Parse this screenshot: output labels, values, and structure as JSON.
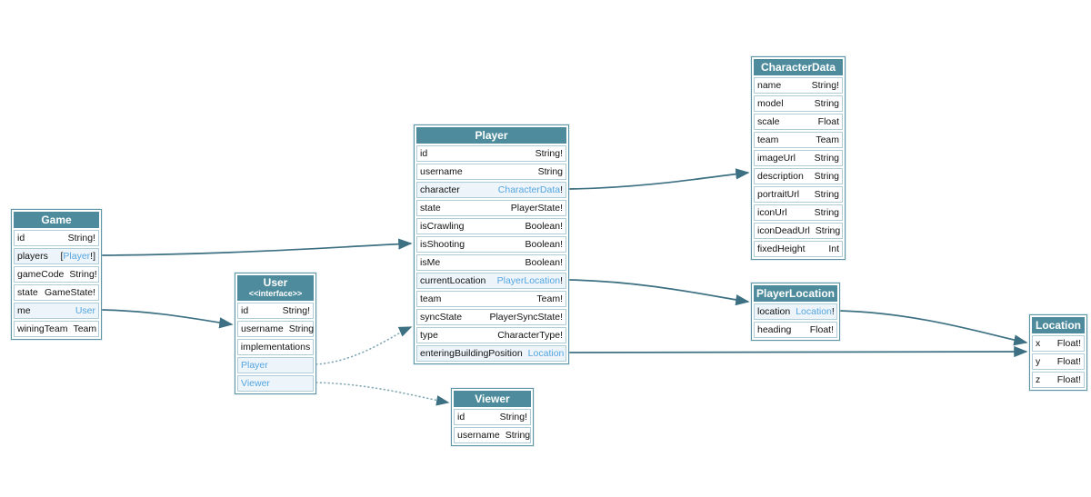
{
  "diagram": {
    "title": "GraphQL schema diagram",
    "colors": {
      "background": "#ffffff",
      "header_bg": "#4e8c9d",
      "header_text": "#ffffff",
      "outer_border": "#5d95a5",
      "cell_border": "#aecdd6",
      "row_bg": "#ffffff",
      "row_highlight_bg": "#edf5fa",
      "text": "#111111",
      "link": "#55a5e0",
      "edge": "#3c7082",
      "edge_dotted": "#7fa6b2"
    }
  },
  "tables": [
    {
      "name": "Game",
      "title": "Game",
      "rows": [
        {
          "field": "id",
          "type": "String!"
        },
        {
          "field": "players",
          "type_prefix": "[",
          "type_link": "Player",
          "type_suffix": "!]",
          "highlight": true
        },
        {
          "field": "gameCode",
          "type": "String!"
        },
        {
          "field": "state",
          "type": "GameState!"
        },
        {
          "field": "me",
          "type_link": "User",
          "highlight": true
        },
        {
          "field": "winingTeam",
          "type": "Team"
        }
      ]
    },
    {
      "name": "User",
      "title": "User",
      "subtitle": "<<interface>>",
      "rows": [
        {
          "field": "id",
          "type": "String!"
        },
        {
          "field": "username",
          "type": "String"
        },
        {
          "label": "implementations",
          "center": true
        },
        {
          "field": "Player",
          "field_link": true,
          "highlight": true
        },
        {
          "field": "Viewer",
          "field_link": true,
          "highlight": true
        }
      ]
    },
    {
      "name": "Player",
      "title": "Player",
      "rows": [
        {
          "field": "id",
          "type": "String!"
        },
        {
          "field": "username",
          "type": "String"
        },
        {
          "field": "character",
          "type_link": "CharacterData",
          "type_suffix": "!",
          "highlight": true
        },
        {
          "field": "state",
          "type": "PlayerState!"
        },
        {
          "field": "isCrawling",
          "type": "Boolean!"
        },
        {
          "field": "isShooting",
          "type": "Boolean!"
        },
        {
          "field": "isMe",
          "type": "Boolean!"
        },
        {
          "field": "currentLocation",
          "type_link": "PlayerLocation",
          "type_suffix": "!",
          "highlight": true
        },
        {
          "field": "team",
          "type": "Team!"
        },
        {
          "field": "syncState",
          "type": "PlayerSyncState!"
        },
        {
          "field": "type",
          "type": "CharacterType!"
        },
        {
          "field": "enteringBuildingPosition",
          "type_link": "Location",
          "highlight": true
        }
      ]
    },
    {
      "name": "CharacterData",
      "title": "CharacterData",
      "rows": [
        {
          "field": "name",
          "type": "String!"
        },
        {
          "field": "model",
          "type": "String"
        },
        {
          "field": "scale",
          "type": "Float"
        },
        {
          "field": "team",
          "type": "Team"
        },
        {
          "field": "imageUrl",
          "type": "String"
        },
        {
          "field": "description",
          "type": "String"
        },
        {
          "field": "portraitUrl",
          "type": "String"
        },
        {
          "field": "iconUrl",
          "type": "String"
        },
        {
          "field": "iconDeadUrl",
          "type": "String"
        },
        {
          "field": "fixedHeight",
          "type": "Int"
        }
      ]
    },
    {
      "name": "PlayerLocation",
      "title": "PlayerLocation",
      "rows": [
        {
          "field": "location",
          "type_link": "Location",
          "type_suffix": "!",
          "highlight": true
        },
        {
          "field": "heading",
          "type": "Float!"
        }
      ]
    },
    {
      "name": "Location",
      "title": "Location",
      "rows": [
        {
          "field": "x",
          "type": "Float!"
        },
        {
          "field": "y",
          "type": "Float!"
        },
        {
          "field": "z",
          "type": "Float!"
        }
      ]
    },
    {
      "name": "Viewer",
      "title": "Viewer",
      "rows": [
        {
          "field": "id",
          "type": "String!"
        },
        {
          "field": "username",
          "type": "String"
        }
      ]
    }
  ],
  "edges": [
    {
      "from": "Game.players",
      "to": "Player",
      "style": "solid"
    },
    {
      "from": "Game.me",
      "to": "User",
      "style": "solid"
    },
    {
      "from": "User.Player",
      "to": "Player",
      "style": "dotted"
    },
    {
      "from": "User.Viewer",
      "to": "Viewer",
      "style": "dotted"
    },
    {
      "from": "Player.character",
      "to": "CharacterData",
      "style": "solid"
    },
    {
      "from": "Player.currentLocation",
      "to": "PlayerLocation",
      "style": "solid"
    },
    {
      "from": "Player.enteringBuildingPosition",
      "to": "Location",
      "style": "solid"
    },
    {
      "from": "PlayerLocation.location",
      "to": "Location",
      "style": "solid"
    }
  ]
}
